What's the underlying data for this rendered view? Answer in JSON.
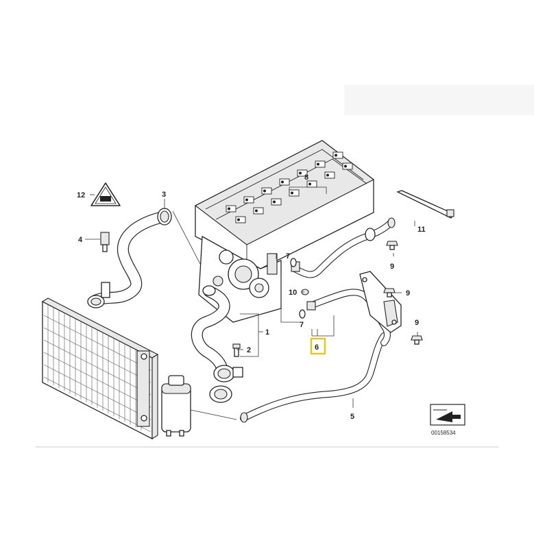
{
  "callouts": {
    "c1": "1",
    "c2": "2",
    "c3": "3",
    "c4": "4",
    "c5": "5",
    "c6": "6",
    "c7a": "7",
    "c7b": "7",
    "c8": "8",
    "c9a": "9",
    "c9b": "9",
    "c9c": "9",
    "c10": "10",
    "c11": "11",
    "c12": "12"
  },
  "highlight": {
    "part": "6",
    "color": "#f5c200"
  },
  "reference_number": "00158534"
}
